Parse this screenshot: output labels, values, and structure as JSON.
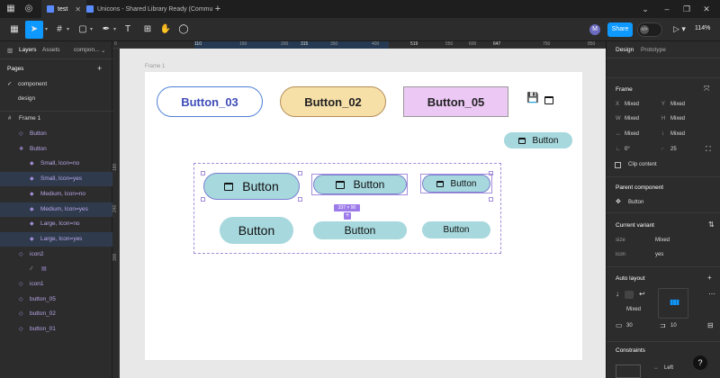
{
  "titlebar": {
    "tabs": [
      {
        "label": "test",
        "active": true
      },
      {
        "label": "Unicons - Shared Library Ready (Commu",
        "active": false
      }
    ],
    "new_tab": "+"
  },
  "toolbar": {
    "avatar_initial": "M",
    "share_label": "Share",
    "zoom": "114%"
  },
  "left_panel": {
    "tabs": [
      "Layers",
      "Assets",
      "compon..."
    ],
    "pages_title": "Pages",
    "pages": [
      {
        "label": "component",
        "current": true
      },
      {
        "label": "design",
        "current": false
      }
    ],
    "frame_label": "Frame 1",
    "layers": [
      {
        "label": "Button",
        "indent": 1,
        "icon": "component-outline-icon",
        "style": "purple"
      },
      {
        "label": "Button",
        "indent": 1,
        "icon": "component-set-icon",
        "style": "purple"
      },
      {
        "label": "Small, Icon=no",
        "indent": 2,
        "icon": "variant-icon",
        "style": "purple",
        "selected": false
      },
      {
        "label": "Small, Icon=yes",
        "indent": 2,
        "icon": "variant-icon",
        "style": "purple",
        "selected": true
      },
      {
        "label": "Medium, Icon=no",
        "indent": 2,
        "icon": "variant-icon",
        "style": "purple",
        "selected": false
      },
      {
        "label": "Medium, Icon=yes",
        "indent": 2,
        "icon": "variant-icon",
        "style": "purple",
        "selected": true
      },
      {
        "label": "Large, Icon=no",
        "indent": 2,
        "icon": "variant-icon",
        "style": "purple",
        "selected": false
      },
      {
        "label": "Large, Icon=yes",
        "indent": 2,
        "icon": "variant-icon",
        "style": "purple",
        "selected": true
      },
      {
        "label": "icon2",
        "indent": 1,
        "icon": "component-outline-icon",
        "style": "purple"
      },
      {
        "label": "icon1",
        "indent": 1,
        "icon": "component-outline-icon",
        "style": "purple"
      },
      {
        "label": "button_05",
        "indent": 1,
        "icon": "component-outline-icon",
        "style": "purple"
      },
      {
        "label": "button_02",
        "indent": 1,
        "icon": "component-outline-icon",
        "style": "purple"
      },
      {
        "label": "button_01",
        "indent": 1,
        "icon": "component-outline-icon",
        "style": "purple"
      }
    ]
  },
  "rulers": {
    "top": [
      "0",
      "110",
      "150",
      "200",
      "315",
      "350",
      "400",
      "519",
      "550",
      "600",
      "647",
      "750",
      "850"
    ],
    "left": [
      "180",
      "240",
      "300"
    ]
  },
  "canvas": {
    "frame_name": "Frame 1",
    "buttons_top": [
      "Button_03",
      "Button_02",
      "Button_05"
    ],
    "button_label": "Button",
    "size_badge": "337 × 90"
  },
  "right_panel": {
    "tabs": [
      "Design",
      "Prototype"
    ],
    "frame_title": "Frame",
    "x_label": "X",
    "x_val": "Mixed",
    "y_label": "Y",
    "y_val": "Mixed",
    "w_label": "W",
    "w_val": "Mixed",
    "h_label": "H",
    "h_val": "Mixed",
    "horiz_val": "Mixed",
    "vert_val": "Mixed",
    "rotation_val": "0°",
    "radius_val": "25",
    "clip_content": "Clip content",
    "parent_title": "Parent component",
    "parent_name": "Button",
    "variant_title": "Current variant",
    "size_label": "size",
    "size_val": "Mixed",
    "icon_label": "icon",
    "icon_val": "yes",
    "auto_layout_title": "Auto layout",
    "al_mixed": "Mixed",
    "padding_val": "30",
    "gap_val": "10",
    "constraints_title": "Constraints",
    "constraint_val": "Left",
    "help": "?"
  },
  "colors": {
    "accent": "#0d99ff",
    "component_purple": "#a48ed9",
    "button_cyan": "#a6d8dd",
    "button_03_border": "#4d7fd6",
    "button_02_fill": "#f7dfa8",
    "button_05_fill": "#ecc8f5"
  }
}
